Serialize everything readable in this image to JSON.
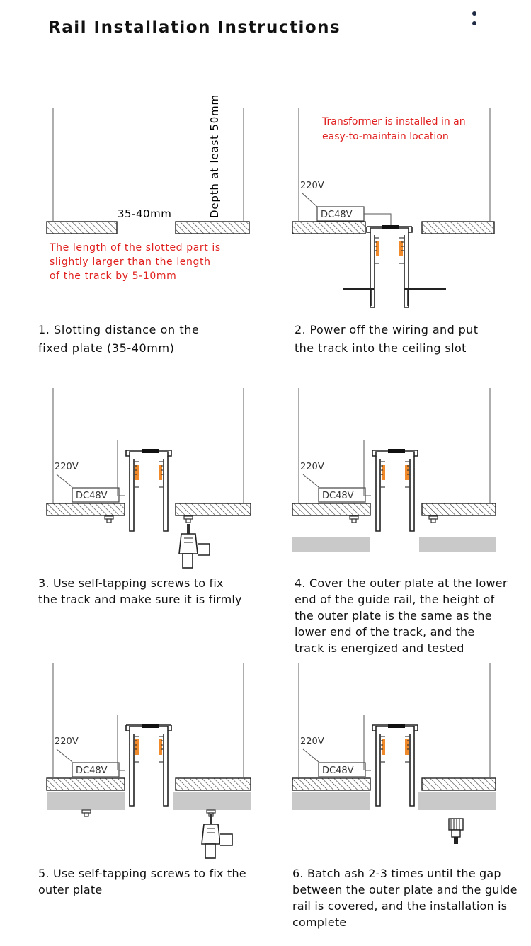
{
  "page": {
    "title": "Rail Installation Instructions"
  },
  "panel1": {
    "dimension": "35-40mm",
    "depth": "Depth at least 50mm",
    "note_lines": [
      "The length of the slotted part is",
      "slightly larger than the length",
      "of the track by 5-10mm"
    ]
  },
  "panel2": {
    "note_lines": [
      "Transformer is installed in an",
      "easy-to-maintain location"
    ]
  },
  "labels": {
    "voltage": "220V",
    "driver": "DC48V"
  },
  "steps": [
    {
      "lines": [
        "1. Slotting distance on the",
        "fixed plate (35-40mm)"
      ]
    },
    {
      "lines": [
        "2. Power off the wiring and put",
        "the track into the ceiling slot"
      ]
    },
    {
      "lines": [
        "3. Use self-tapping screws to fix",
        "the track and make sure it is firmly"
      ]
    },
    {
      "lines": [
        "4. Cover the outer plate at the lower",
        "end of the guide rail, the height of",
        "the outer plate is the same as the",
        "lower end of the track, and the",
        "track is energized and tested"
      ]
    },
    {
      "lines": [
        "5. Use self-tapping screws to fix the",
        "outer plate"
      ]
    },
    {
      "lines": [
        "6. Batch ash 2-3 times until the gap",
        "between the outer plate and the guide",
        "rail is covered, and the installation is",
        "complete"
      ]
    }
  ],
  "colors": {
    "accent_red": "#e0201e",
    "rail_orange": "#f08a2b",
    "plaster_gray": "#c9c9c9"
  }
}
